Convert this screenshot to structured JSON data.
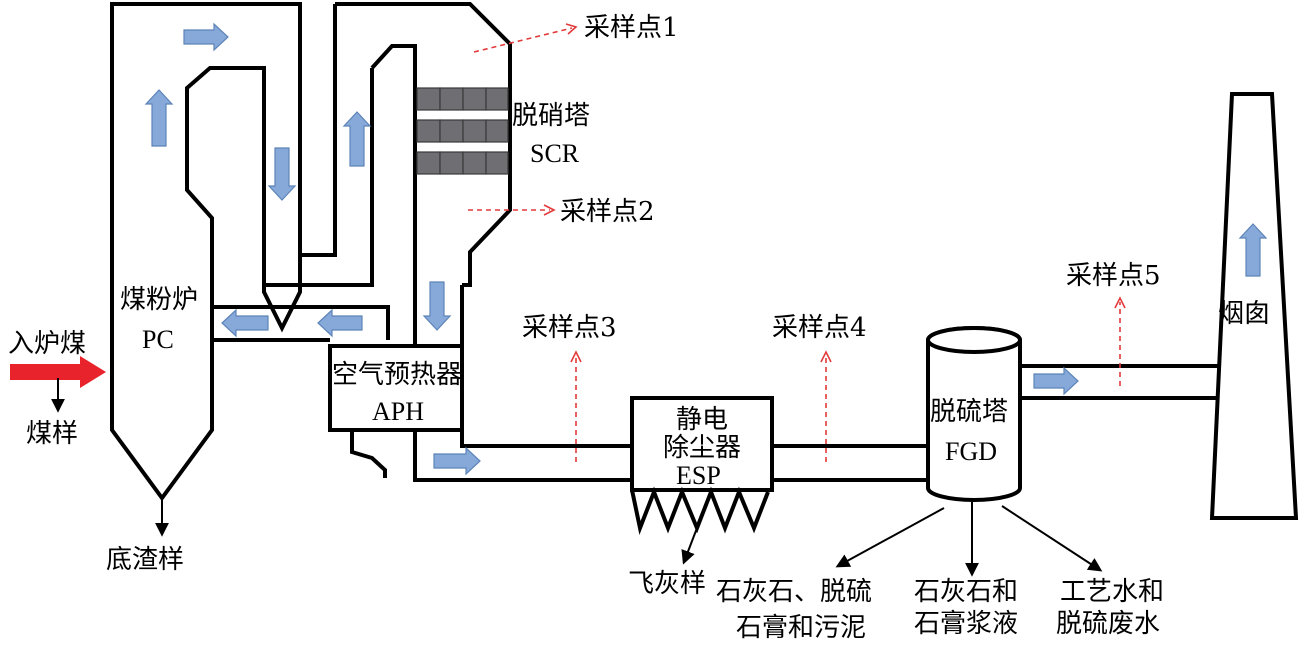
{
  "labels": {
    "coal_in": "入炉煤",
    "coal_sample": "煤样",
    "boiler_cn": "煤粉炉",
    "boiler_en": "PC",
    "bottom_ash": "底渣样",
    "scr_cn": "脱硝塔",
    "scr_en": "SCR",
    "aph_cn": "空气预热器",
    "aph_en": "APH",
    "esp_line1": "静电",
    "esp_line2": "除尘器",
    "esp_en": "ESP",
    "fly_ash": "飞灰样",
    "fgd_cn": "脱硫塔",
    "fgd_en": "FGD",
    "chimney": "烟囱",
    "out1_line1": "石灰石、脱硫",
    "out1_line2": "石膏和污泥",
    "out2_line1": "石灰石和",
    "out2_line2": "石膏浆液",
    "out3_line1": "工艺水和",
    "out3_line2": "脱硫废水"
  },
  "sampling_points": [
    "采样点1",
    "采样点2",
    "采样点3",
    "采样点4",
    "采样点5"
  ],
  "colors": {
    "sampling": "#e23a3a",
    "flow_arrow": "#86a9d9",
    "coal_feed": "#e8232b",
    "catalyst": "#6f6f73",
    "outline": "#000000"
  }
}
